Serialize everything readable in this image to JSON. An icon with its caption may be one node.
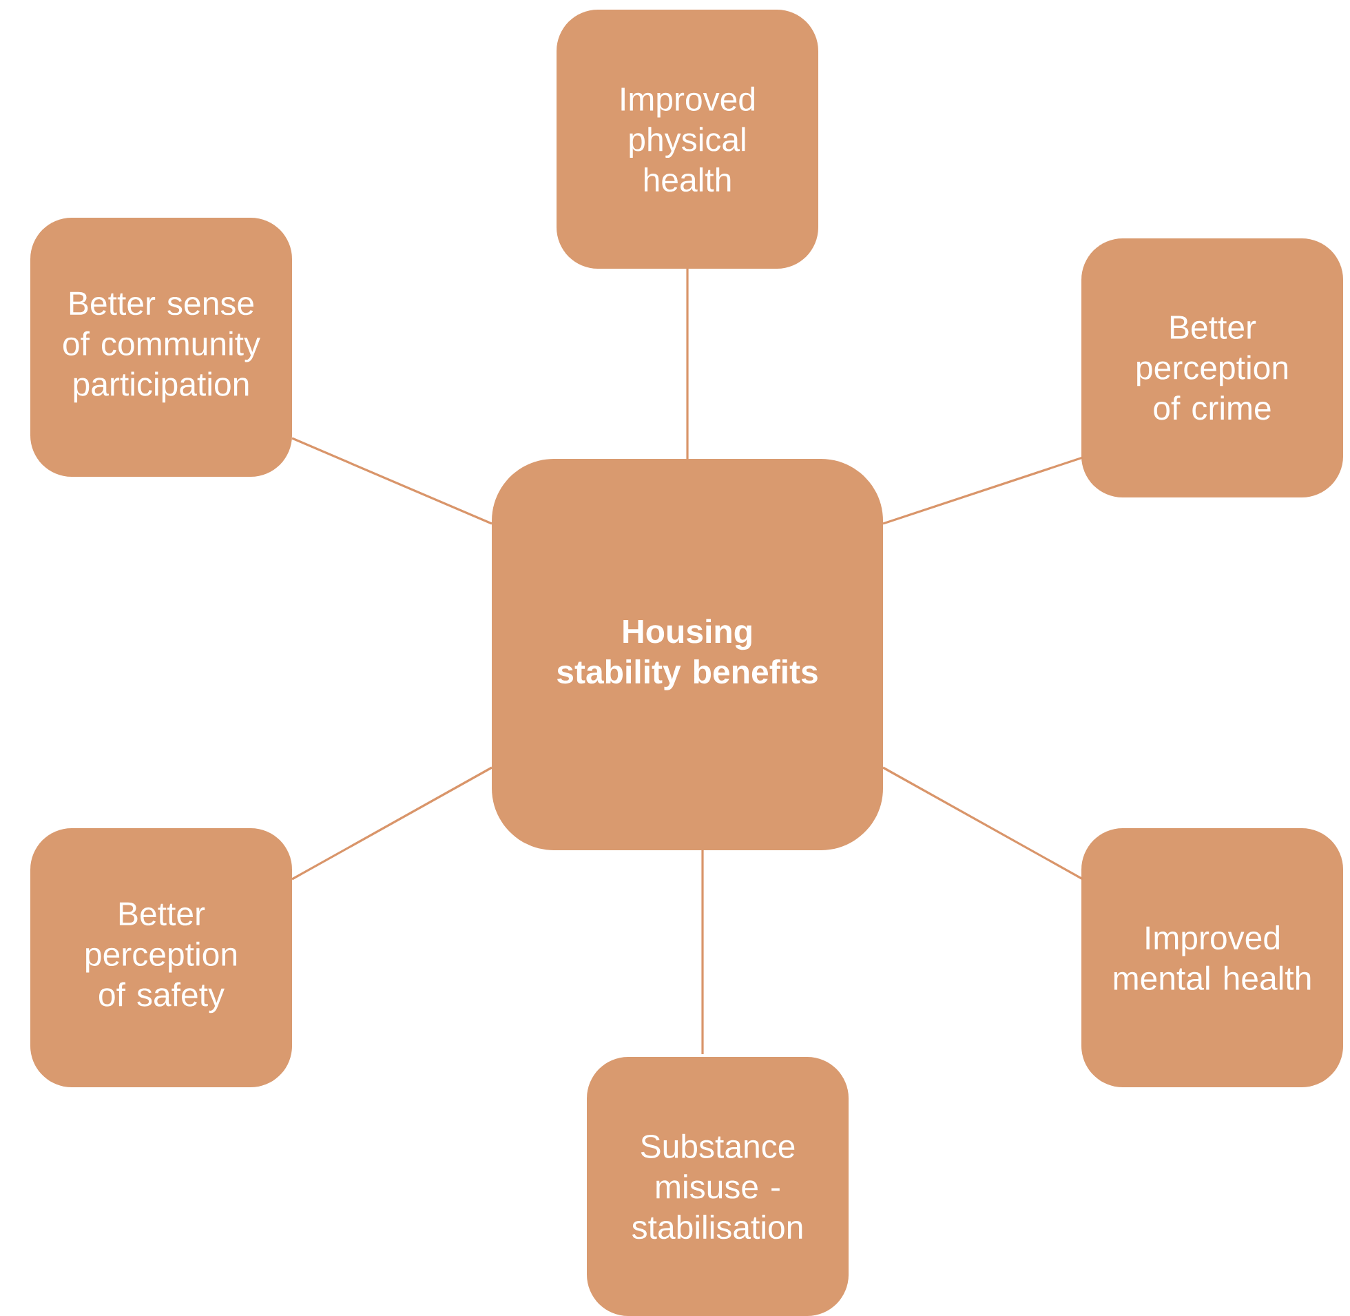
{
  "diagram": {
    "nodes": [
      {
        "text": [
          "Housing stability benefits"
        ]
      },
      {
        "text": [
          "Improved physical health"
        ]
      },
      {
        "text": [
          "Better perception of crime"
        ]
      },
      {
        "text": [
          "Improved mental health"
        ]
      },
      {
        "text": [
          "Substance misuse - stabilisation"
        ]
      },
      {
        "text": [
          "Better perception of safety"
        ]
      },
      {
        "text": [
          "Better sense of community participation"
        ]
      }
    ],
    "edges": [
      {
        "from": 0,
        "to": 1,
        "arrow": "none"
      },
      {
        "from": 0,
        "to": 2,
        "arrow": "none"
      },
      {
        "from": 0,
        "to": 3,
        "arrow": "none"
      },
      {
        "from": 0,
        "to": 4,
        "arrow": "none"
      },
      {
        "from": 0,
        "to": 5,
        "arrow": "none"
      },
      {
        "from": 0,
        "to": 6,
        "arrow": "none"
      }
    ]
  }
}
